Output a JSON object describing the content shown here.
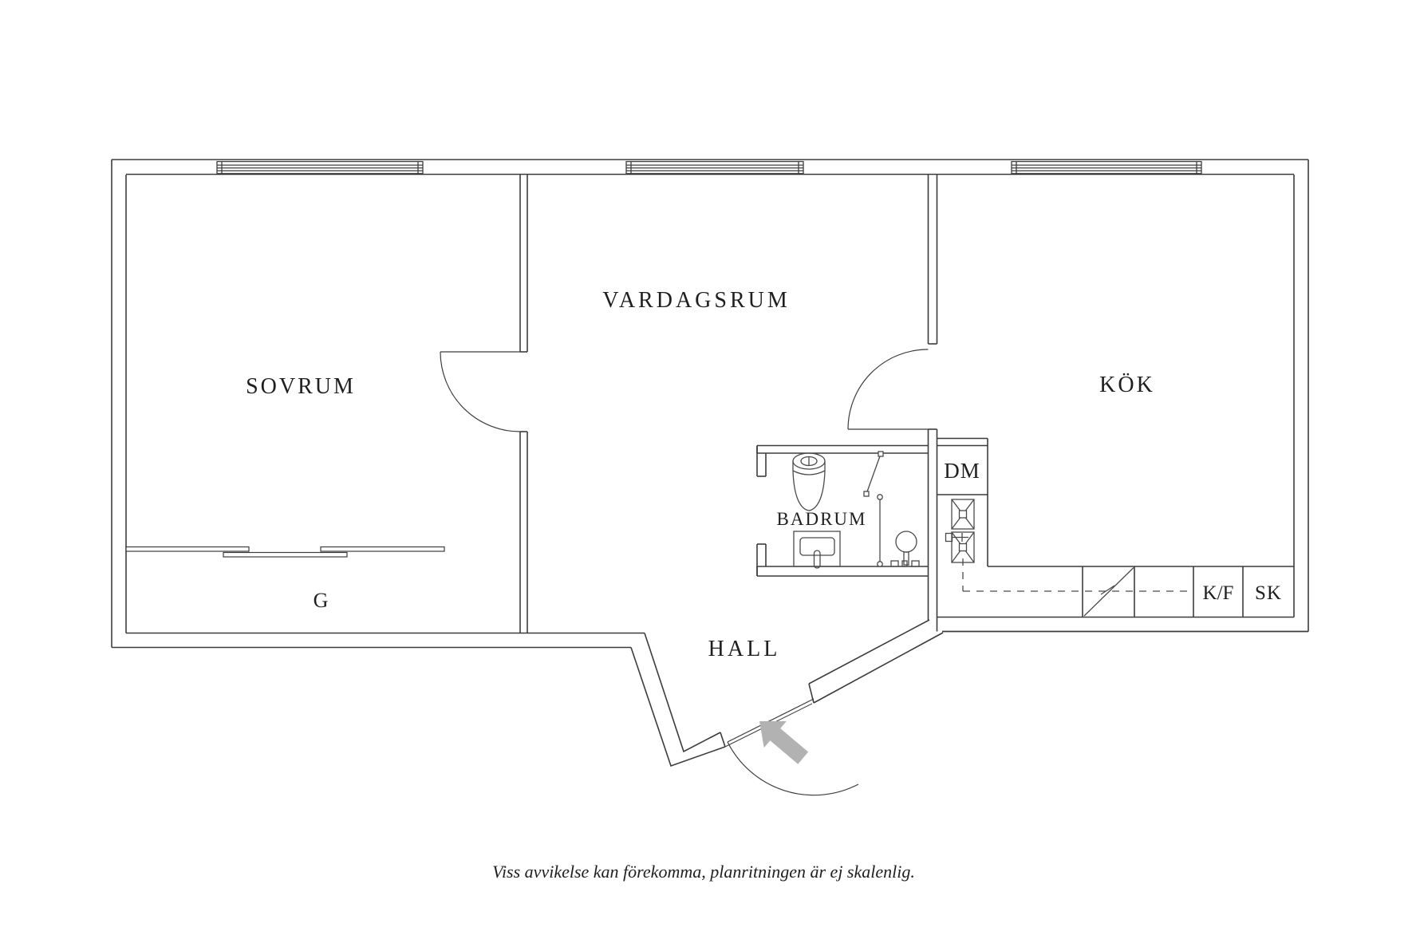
{
  "plan": {
    "line_color": "#3c3c3c",
    "fixture_color": "#4a4a4a",
    "text_color": "#1f1f1f",
    "arrow_color": "#b2b2b2",
    "rooms": [
      {
        "id": "sovrum",
        "label": "SOVRUM"
      },
      {
        "id": "vardagsrum",
        "label": "VARDAGSRUM"
      },
      {
        "id": "kok",
        "label": "KÖK"
      },
      {
        "id": "badrum",
        "label": "BADRUM"
      },
      {
        "id": "hall",
        "label": "HALL"
      },
      {
        "id": "garderob",
        "label": "G"
      }
    ],
    "appliances": [
      {
        "id": "dm",
        "label": "DM"
      },
      {
        "id": "kf",
        "label": "K/F"
      },
      {
        "id": "sk",
        "label": "SK"
      }
    ],
    "caption": "Viss avvikelse kan förekomma, planritningen är ej skalenlig."
  }
}
